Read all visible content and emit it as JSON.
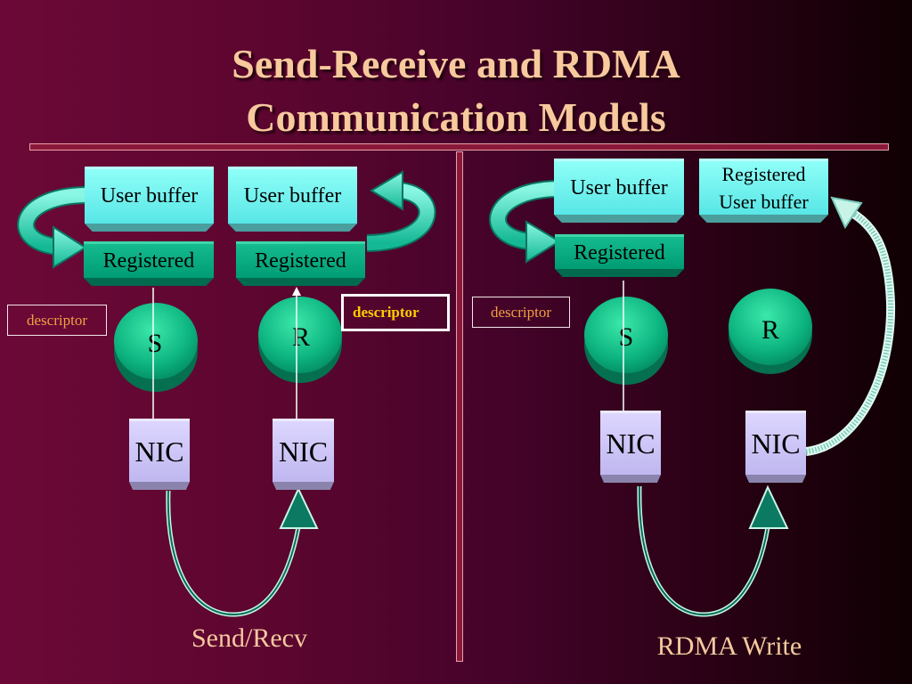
{
  "slide": {
    "title_line1": "Send-Receive and RDMA",
    "title_line2": "Communication Models"
  },
  "send_recv": {
    "sender": {
      "user_buffer": "User buffer",
      "registered": "Registered",
      "descriptor": "descriptor",
      "node": "S",
      "nic": "NIC"
    },
    "receiver": {
      "user_buffer": "User buffer",
      "registered": "Registered",
      "descriptor": "descriptor",
      "node": "R",
      "nic": "NIC"
    },
    "caption": "Send/Recv"
  },
  "rdma_write": {
    "sender": {
      "user_buffer": "User buffer",
      "registered": "Registered",
      "descriptor": "descriptor",
      "node": "S",
      "nic": "NIC"
    },
    "receiver": {
      "registered_user_buffer_line1": "Registered",
      "registered_user_buffer_line2": "User buffer",
      "node": "R",
      "nic": "NIC"
    },
    "caption": "RDMA Write"
  },
  "colors": {
    "background_left": "#6c0837",
    "background_right": "#0f0003",
    "title": "#f7c99d",
    "user_buffer": "#8ffff8",
    "registered": "#009c74",
    "nic": "#cfc8f8",
    "descriptor_text": "#f0a040",
    "descriptor_highlight_text": "#ffcc00"
  }
}
